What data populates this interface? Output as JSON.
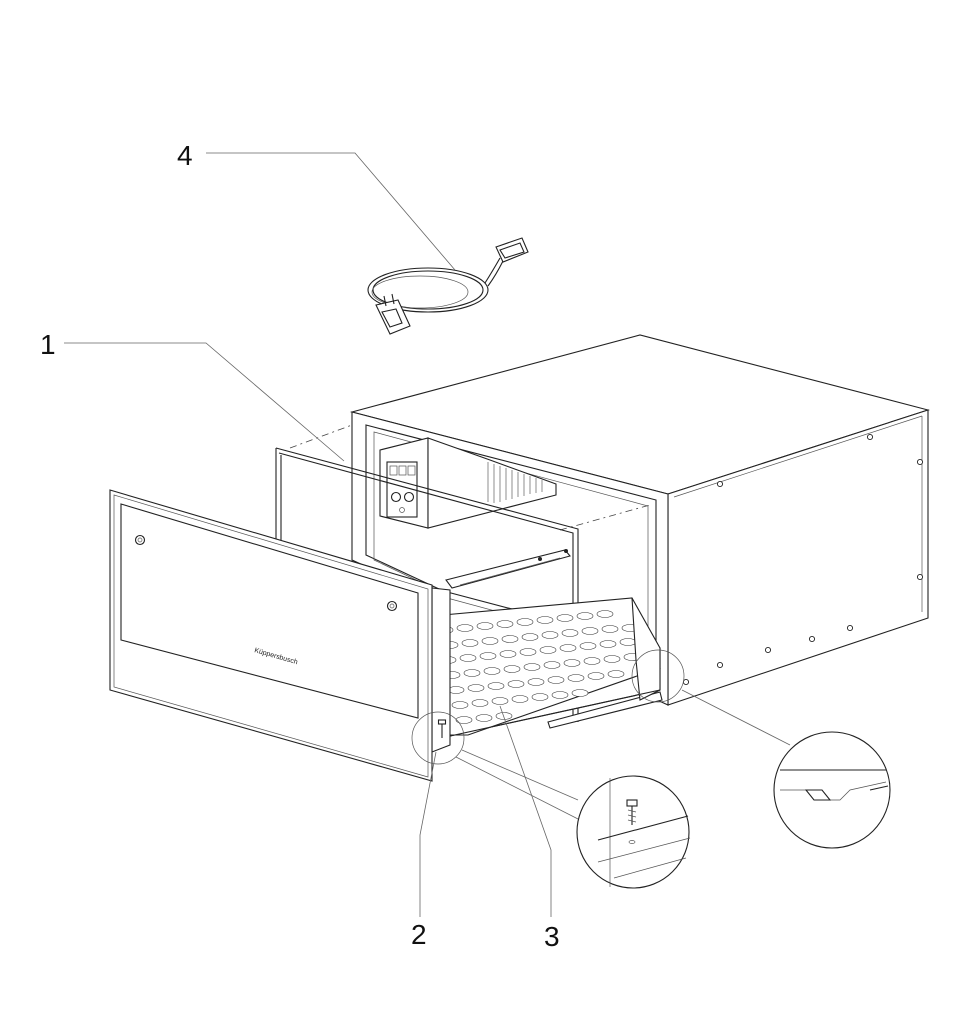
{
  "diagram": {
    "callouts": [
      {
        "id": "1",
        "label": "1"
      },
      {
        "id": "2",
        "label": "2"
      },
      {
        "id": "3",
        "label": "3"
      },
      {
        "id": "4",
        "label": "4"
      }
    ],
    "front_panel": {
      "brand_text": "Küppersbusch"
    },
    "colors": {
      "line": "#222222",
      "leader": "#666666",
      "background": "#ffffff"
    }
  }
}
